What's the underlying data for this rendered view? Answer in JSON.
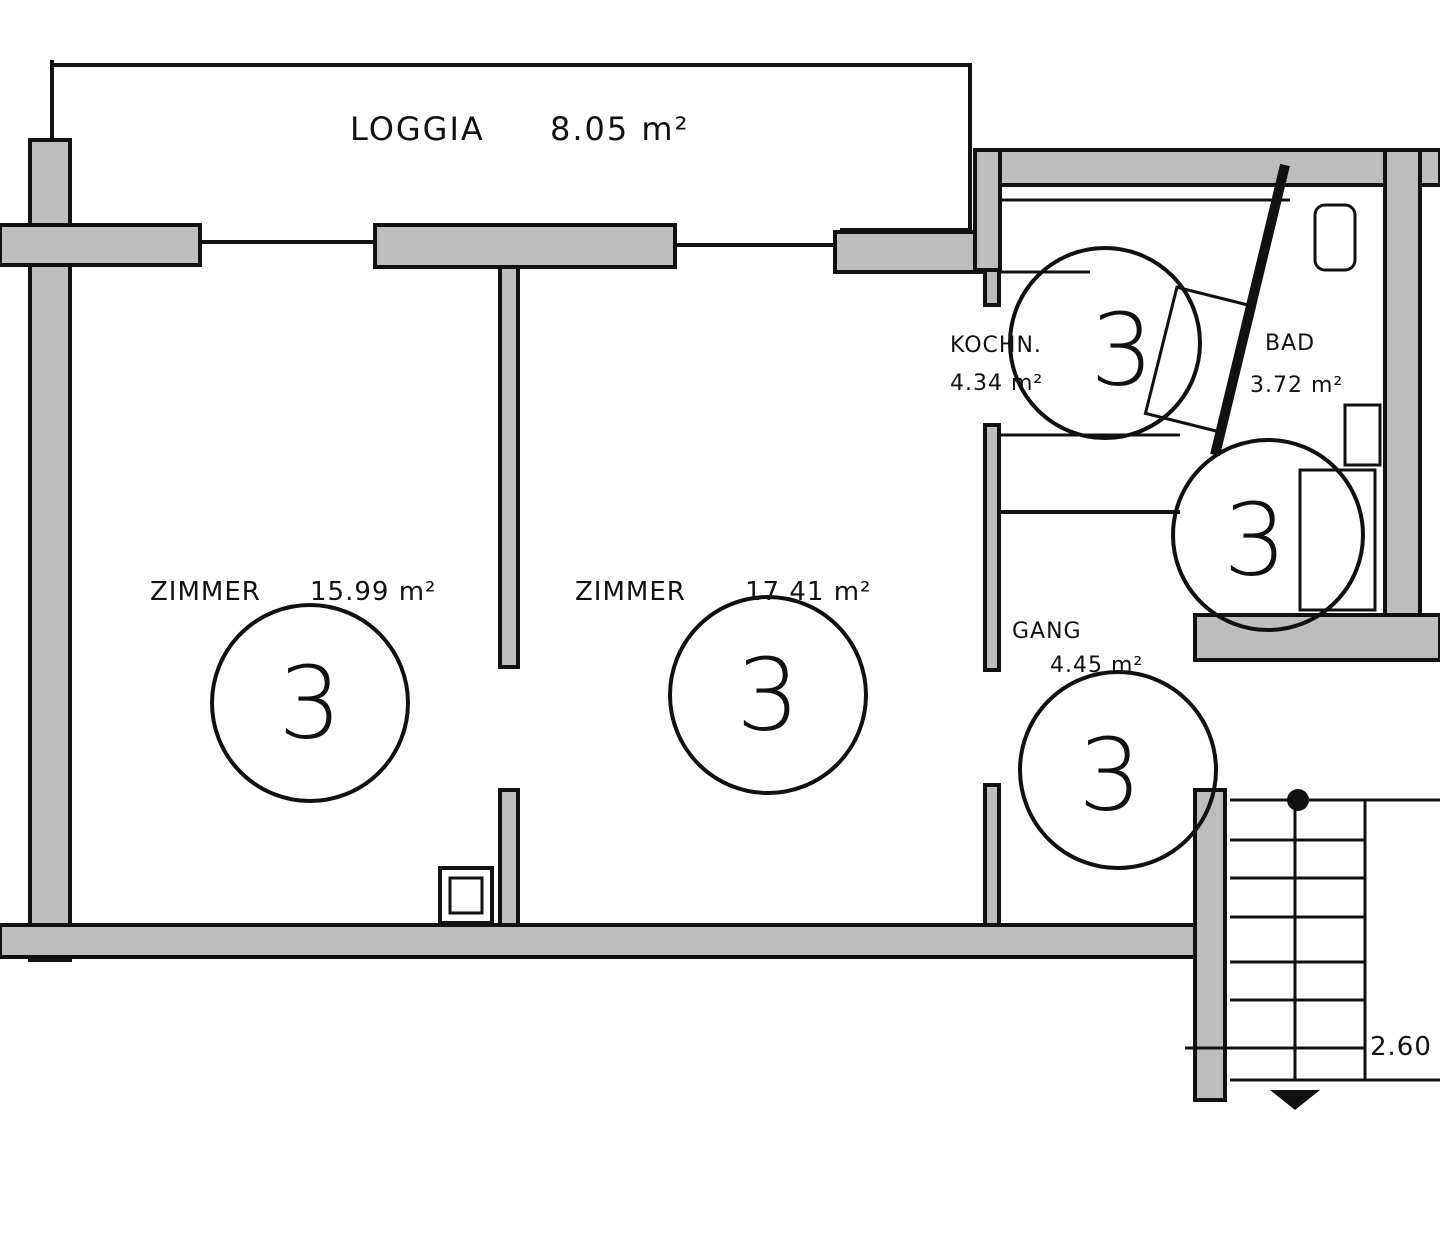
{
  "rooms": {
    "loggia": {
      "name": "LOGGIA",
      "area": "8.05 m²"
    },
    "zimmer1": {
      "name": "ZIMMER",
      "area": "15.99 m²",
      "marker": "3"
    },
    "zimmer2": {
      "name": "ZIMMER",
      "area": "17.41 m²",
      "marker": "3"
    },
    "kueche": {
      "name": "KOCHN.",
      "area": "4.34 m²",
      "marker": "3"
    },
    "bad": {
      "name": "BAD",
      "area": "3.72 m²",
      "marker": "3"
    },
    "gang": {
      "name": "GANG",
      "area": "4.45 m²",
      "marker": "3"
    }
  },
  "dimensions": {
    "stair_width": "2.60"
  },
  "colors": {
    "ink": "#111111",
    "wall_fill": "#bdbdbd",
    "paper": "#ffffff"
  }
}
